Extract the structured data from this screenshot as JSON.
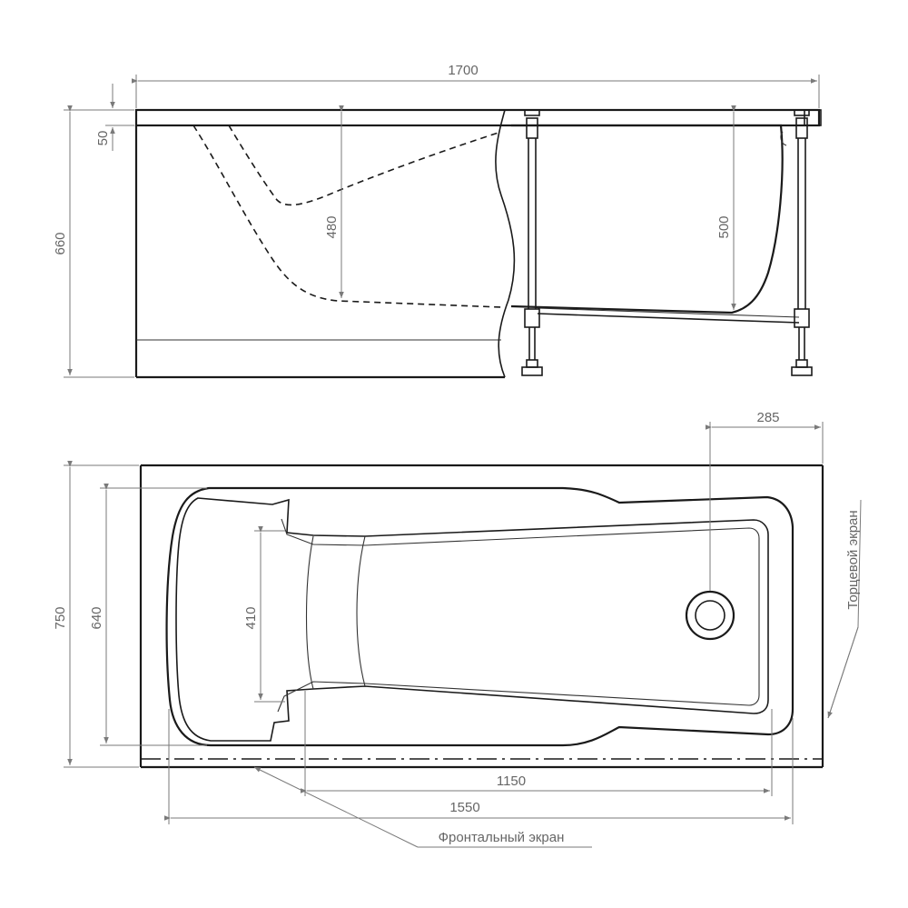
{
  "side_view": {
    "dim_overall_length": "1700",
    "dim_total_height": "660",
    "dim_rim_thickness": "50",
    "dim_depth_front": "480",
    "dim_depth_inner": "500"
  },
  "top_view": {
    "dim_overall_width": "750",
    "dim_inner_width": "640",
    "dim_bottom_width": "410",
    "dim_drain_offset": "285",
    "dim_bottom_length": "1150",
    "dim_inner_length": "1550",
    "label_end_panel": "Торцевой экран",
    "label_front_panel": "Фронтальный экран"
  }
}
